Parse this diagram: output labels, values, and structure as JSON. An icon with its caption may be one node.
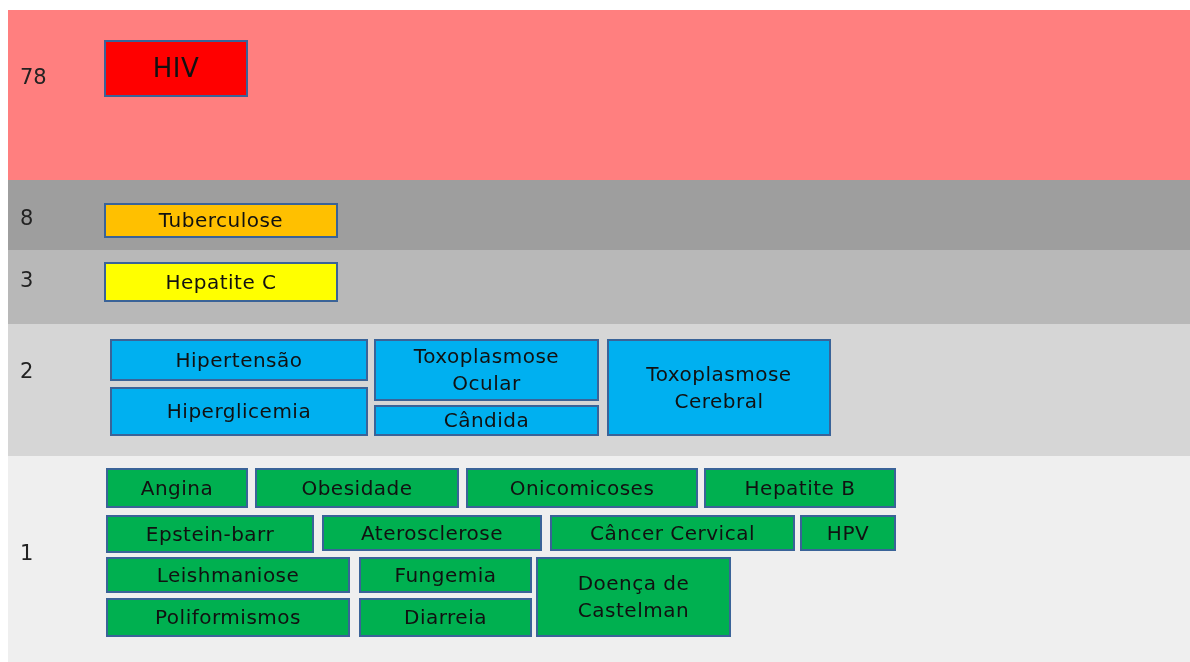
{
  "diagram": {
    "nodes": [
      {
        "text": [
          "78"
        ]
      },
      {
        "text": [
          "HIV"
        ],
        "in": 0
      },
      {
        "text": [
          "8"
        ]
      },
      {
        "text": [
          "Tuberculose"
        ],
        "in": 2
      },
      {
        "text": [
          "3"
        ]
      },
      {
        "text": [
          "Hepatite C"
        ],
        "in": 4
      },
      {
        "text": [
          "2"
        ]
      },
      {
        "text": [
          "Hipertensão"
        ],
        "in": 6
      },
      {
        "text": [
          "Toxoplasmose Ocular"
        ],
        "in": 6
      },
      {
        "text": [
          "Toxoplasmose Cerebral"
        ],
        "in": 6
      },
      {
        "text": [
          "Hiperglicemia"
        ],
        "in": 6
      },
      {
        "text": [
          "Cândida"
        ],
        "in": 6
      },
      {
        "text": [
          "1"
        ]
      },
      {
        "text": [
          "Angina"
        ],
        "in": 12
      },
      {
        "text": [
          "Obesidade"
        ],
        "in": 12
      },
      {
        "text": [
          "Onicomicoses"
        ],
        "in": 12
      },
      {
        "text": [
          "Hepatite B"
        ],
        "in": 12
      },
      {
        "text": [
          "Epstein-barr"
        ],
        "in": 12
      },
      {
        "text": [
          "Aterosclerose"
        ],
        "in": 12
      },
      {
        "text": [
          "Câncer Cervical"
        ],
        "in": 12
      },
      {
        "text": [
          "HPV"
        ],
        "in": 12
      },
      {
        "text": [
          "Leishmaniose"
        ],
        "in": 12
      },
      {
        "text": [
          "Fungemia"
        ],
        "in": 12
      },
      {
        "text": [
          "Doença de Castelman"
        ],
        "in": 12
      },
      {
        "text": [
          "Poliformismos"
        ],
        "in": 12
      },
      {
        "text": [
          "Diarreia"
        ],
        "in": 12
      }
    ],
    "edges": []
  }
}
